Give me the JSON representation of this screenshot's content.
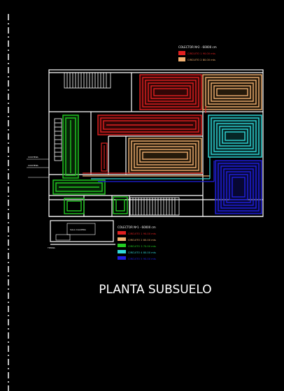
{
  "title": "PLANTA SUBSUELO",
  "colors": {
    "background": "#000000",
    "walls": "#ffffff",
    "red": "#e02020",
    "orange": "#f0b070",
    "green": "#22cc22",
    "cyan": "#30d8d8",
    "blue": "#2020e0",
    "white_text": "#ffffff"
  },
  "legend_top": {
    "header": "COLECTOR Nº2 - 60000 cm",
    "entries": [
      {
        "label": "CIRCUITO 1",
        "value": "90.00 mts",
        "color": "#e02020"
      },
      {
        "label": "CIRCUITO 2",
        "value": "80.00 mts",
        "color": "#f0b070"
      }
    ]
  },
  "legend_bottom": {
    "header": "COLECTOR Nº1 - 60000 cm",
    "entries": [
      {
        "label": "CIRCUITO 1",
        "value": "90.00 mts",
        "color": "#e02020"
      },
      {
        "label": "CIRCUITO 2",
        "value": "80.00 mts",
        "color": "#f0b070"
      },
      {
        "label": "CIRCUITO 3",
        "value": "70.00 mts",
        "color": "#22cc22"
      },
      {
        "label": "CIRCUITO 4",
        "value": "80.00 mts",
        "color": "#30d8d8"
      },
      {
        "label": "CIRCUITO 5",
        "value": "90.00 mts",
        "color": "#2020e0"
      }
    ]
  },
  "room_labels": {
    "sala_caldera": "SALA CALDERA",
    "side_1": "COCHERA",
    "side_2": "COCHERA",
    "bottom_left": "TIERRA"
  }
}
